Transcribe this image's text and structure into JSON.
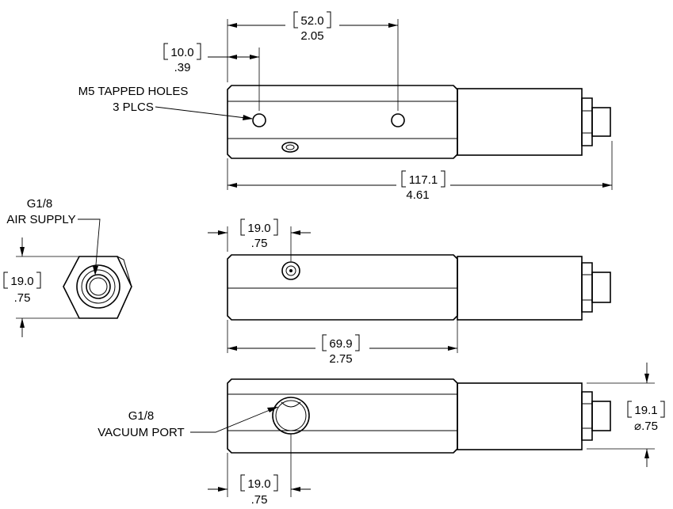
{
  "dimensions": {
    "overall_hole_spacing": {
      "metric": "52.0",
      "imperial": "2.05"
    },
    "hole_edge_offset": {
      "metric": "10.0",
      "imperial": ".39"
    },
    "overall_length": {
      "metric": "117.1",
      "imperial": "4.61"
    },
    "air_port_offset": {
      "metric": "19.0",
      "imperial": ".75"
    },
    "hex_length": {
      "metric": "69.9",
      "imperial": "2.75"
    },
    "hex_across_flats": {
      "metric": "19.0",
      "imperial": ".75"
    },
    "vacuum_port_offset": {
      "metric": "19.0",
      "imperial": ".75"
    },
    "body_diameter": {
      "metric": "19.1",
      "imperial": "⌀.75"
    }
  },
  "callouts": {
    "tapped_holes": {
      "line1": "M5 TAPPED HOLES",
      "line2": "3 PLCS"
    },
    "air_supply": {
      "line1": "G1/8",
      "line2": "AIR SUPPLY"
    },
    "vacuum_port": {
      "line1": "G1/8",
      "line2": "VACUUM PORT"
    }
  }
}
